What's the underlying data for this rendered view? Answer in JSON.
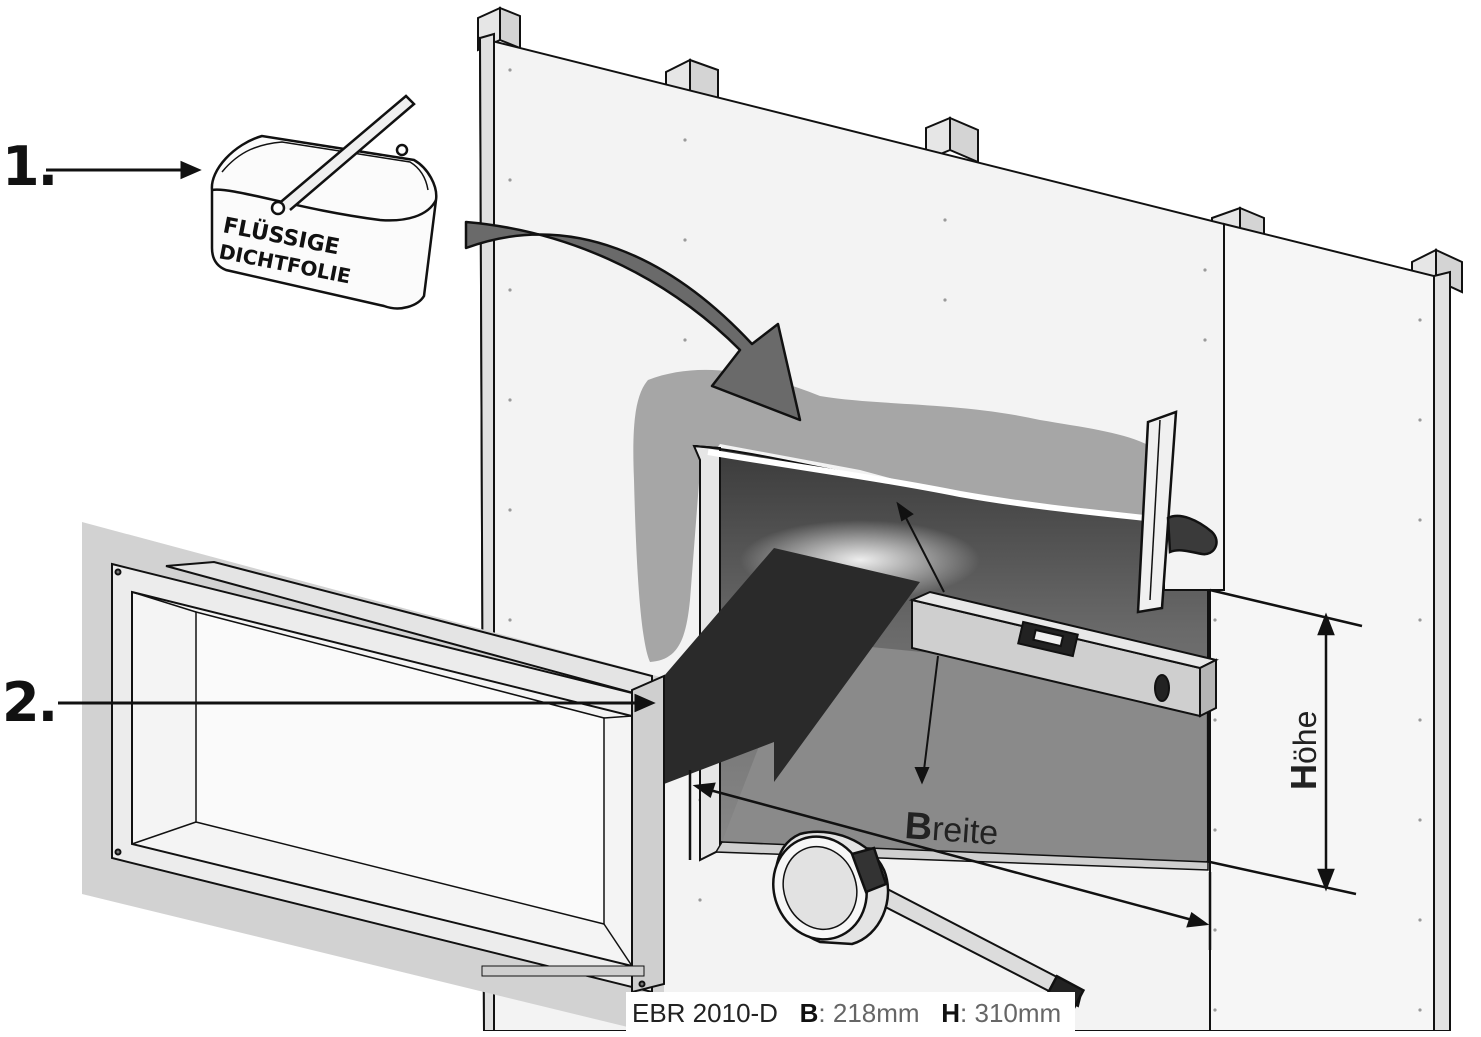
{
  "steps": {
    "step1": "1.",
    "step2": "2."
  },
  "bucket": {
    "line1": "FLÜSSIGE",
    "line2": "DICHTFOLIE"
  },
  "dimensions": {
    "breite": {
      "initial": "B",
      "rest": "reite"
    },
    "hoehe": {
      "initial": "H",
      "rest": "öhe"
    }
  },
  "caption": {
    "model": "EBR 2010-D",
    "b_label": "B",
    "b_value": ": 218mm",
    "h_label": "H",
    "h_value": ": 310mm"
  },
  "colors": {
    "ink": "#111111",
    "wall": "#f2f2f2",
    "membrane": "#a9a9a9",
    "cavity": "#555555",
    "big_arrow": "#2a2a2a",
    "curve_arrow": "#6a6a6a"
  }
}
